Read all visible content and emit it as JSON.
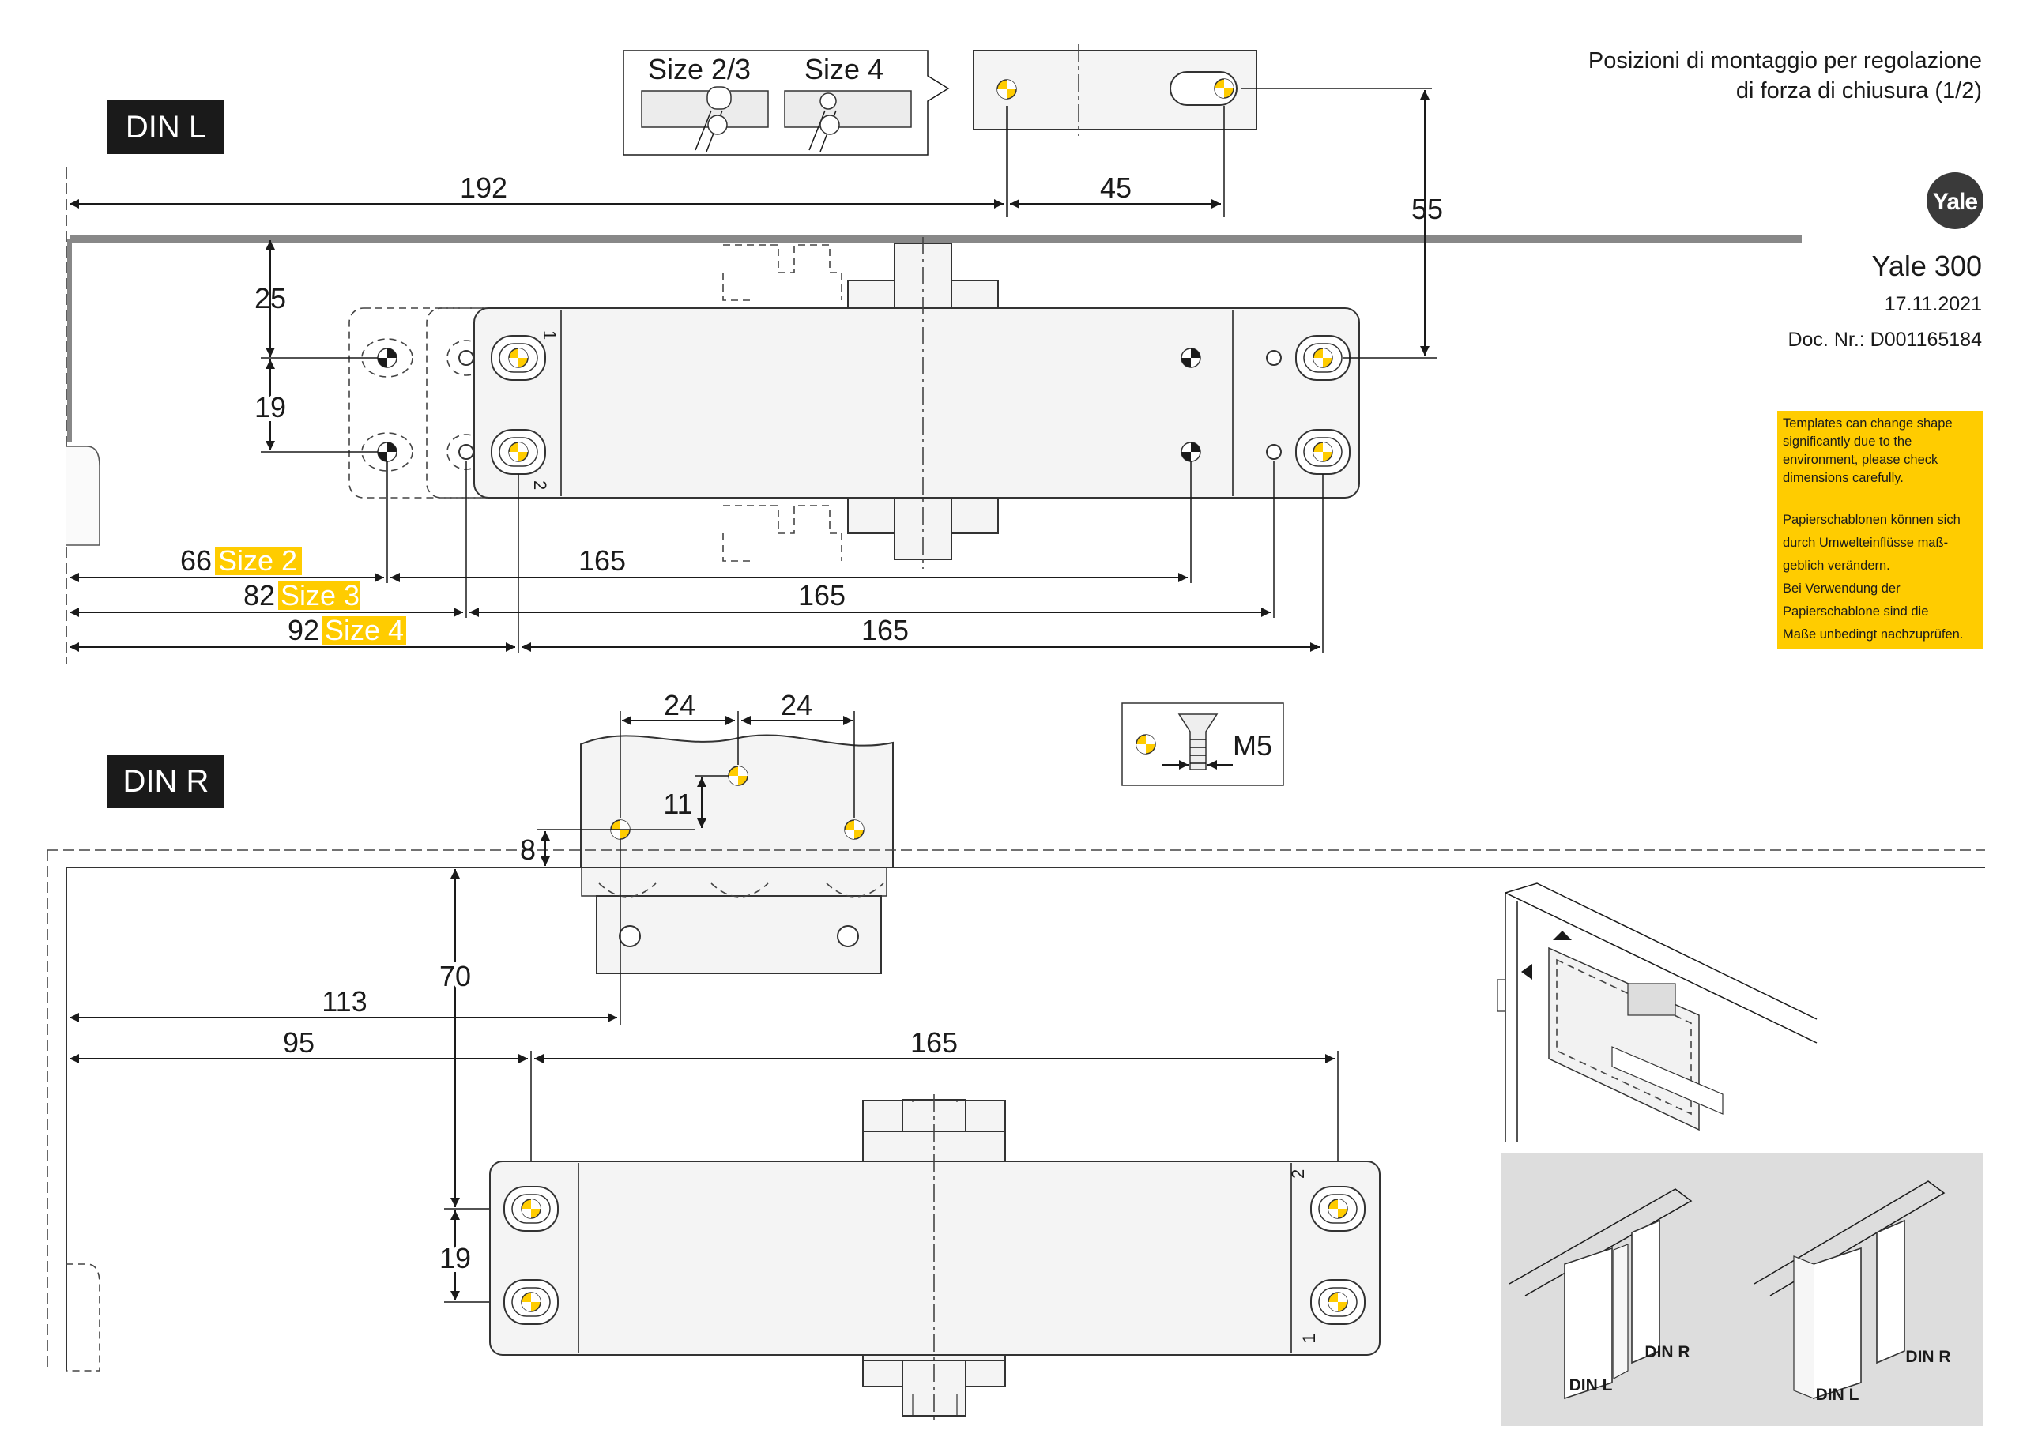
{
  "header": {
    "title_line1": "Posizioni di montaggio per regolazione",
    "title_line2": "di forza di chiusura (1/2)",
    "brand": "Yale",
    "product": "Yale 300",
    "date": "17.11.2021",
    "doc_nr": "Doc. Nr.: D001165184"
  },
  "notice": {
    "en": [
      "Templates can change shape",
      "significantly due to the",
      "environment, please check",
      "dimensions carefully."
    ],
    "de": [
      "Papierschablonen können sich",
      "durch Umwelteinflüsse maß-",
      "geblich verändern.",
      "Bei Verwendung der",
      "Papierschablone sind die",
      "Maße unbedingt nachzuprüfen."
    ],
    "color": "#ffcc00"
  },
  "din_l": {
    "label": "DIN L",
    "inset": {
      "size_23": "Size 2/3",
      "size_4": "Size 4"
    },
    "dims": {
      "d192": "192",
      "d45": "45",
      "d55": "55",
      "d25": "25",
      "d19": "19",
      "d165a": "165",
      "d165b": "165",
      "d165c": "165"
    },
    "sizes": [
      {
        "value": "66",
        "label": "Size 2"
      },
      {
        "value": "82",
        "label": "Size 3"
      },
      {
        "value": "92",
        "label": "Size 4"
      }
    ],
    "hole_numbers": {
      "top": "1",
      "bottom": "2"
    }
  },
  "din_r": {
    "label": "DIN R",
    "dims": {
      "d24a": "24",
      "d24b": "24",
      "d11": "11",
      "d8": "8",
      "d70": "70",
      "d113": "113",
      "d95": "95",
      "d165": "165",
      "d19": "19"
    },
    "hole_numbers": {
      "top": "2",
      "bottom": "1"
    }
  },
  "screw": {
    "label": "M5"
  },
  "illustrations": {
    "din_l": "DIN L",
    "din_r": "DIN R"
  },
  "colors": {
    "accent_yellow": "#ffcc00",
    "label_bg": "#1a1a1a"
  }
}
